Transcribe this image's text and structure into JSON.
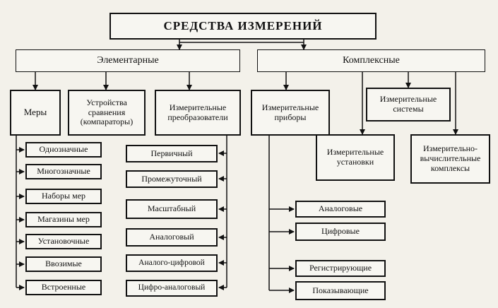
{
  "title": "СРЕДСТВА ИЗМЕРЕНИЙ",
  "categories": {
    "elementary": "Элементарные",
    "complex": "Комплексные"
  },
  "elementary": {
    "measures": {
      "label": "Меры",
      "items": [
        "Однозначные",
        "Многозначные",
        "Наборы мер",
        "Магазины мер",
        "Установочные",
        "Ввозимые",
        "Встроенные"
      ]
    },
    "comparators": {
      "label": "Устройства\nсравнения\n(компараторы)"
    },
    "transducers": {
      "label": "Измерительные\nпреобразователи",
      "items": [
        "Первичный",
        "Промежуточный",
        "Масштабный",
        "Аналоговый",
        "Аналого-цифровой",
        "Цифро-аналоговый"
      ]
    }
  },
  "complex": {
    "instruments": {
      "label": "Измерительные\nприборы",
      "items": [
        "Аналоговые",
        "Цифровые",
        "Регистрирующие",
        "Показывающие"
      ]
    },
    "systems": {
      "label": "Измерительные\nсистемы"
    },
    "installations": {
      "label": "Измерительные\nустановки"
    },
    "computing": {
      "label": "Измерительно-\nвычислительные\nкомплексы"
    }
  }
}
